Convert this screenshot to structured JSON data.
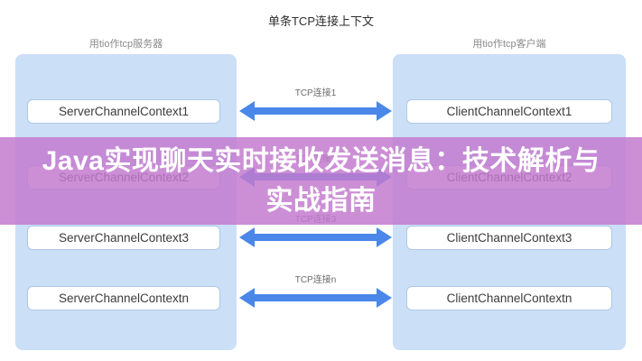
{
  "title": "单条TCP连接上下文",
  "server": {
    "header": "用tio作tcp服务器"
  },
  "client": {
    "header": "用tio作tcp客户端"
  },
  "rows": [
    {
      "server": "ServerChannelContext1",
      "client": "ClientChannelContext1",
      "connection": "TCP连接1"
    },
    {
      "server": "ServerChannelContext2",
      "client": "ClientChannelContext2",
      "connection": "TCP连接2"
    },
    {
      "server": "ServerChannelContext3",
      "client": "ClientChannelContext3",
      "connection": "TCP连接3"
    },
    {
      "server": "ServerChannelContextn",
      "client": "ClientChannelContextn",
      "connection": "TCP连接n"
    }
  ],
  "banner": {
    "text": "Java实现聊天实时接收发送消息：技术解析与实战指南"
  },
  "colors": {
    "background": "#ffffff",
    "panel": "#cbdff7",
    "box_border": "#aec8e6",
    "box_text": "#3b3b3b",
    "arrow": "#4a87e9",
    "label": "#6b6b6b",
    "title_text": "#2f2f2f",
    "header_text": "#8a8a8a",
    "banner": "rgba(194,121,206,0.84)",
    "banner_text": "#ffffff"
  }
}
